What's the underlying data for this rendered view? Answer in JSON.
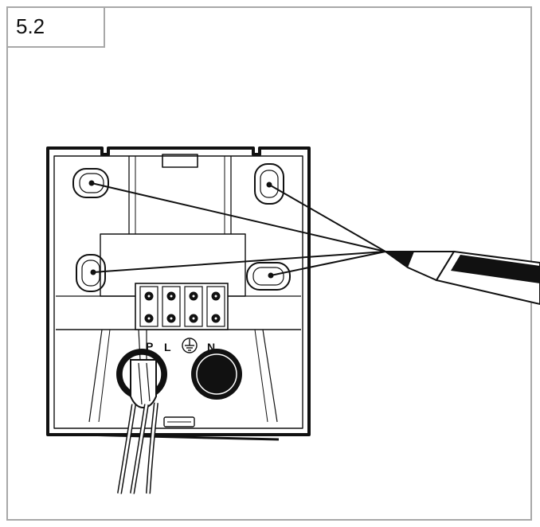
{
  "figure": {
    "step_number": "5.2",
    "terminal_labels": [
      "L",
      "N"
    ],
    "colors": {
      "frame": "#a8a8a8",
      "line": "#111111",
      "background": "#ffffff"
    },
    "icons": [
      "ground-symbol-icon",
      "screwdriver-icon"
    ]
  }
}
